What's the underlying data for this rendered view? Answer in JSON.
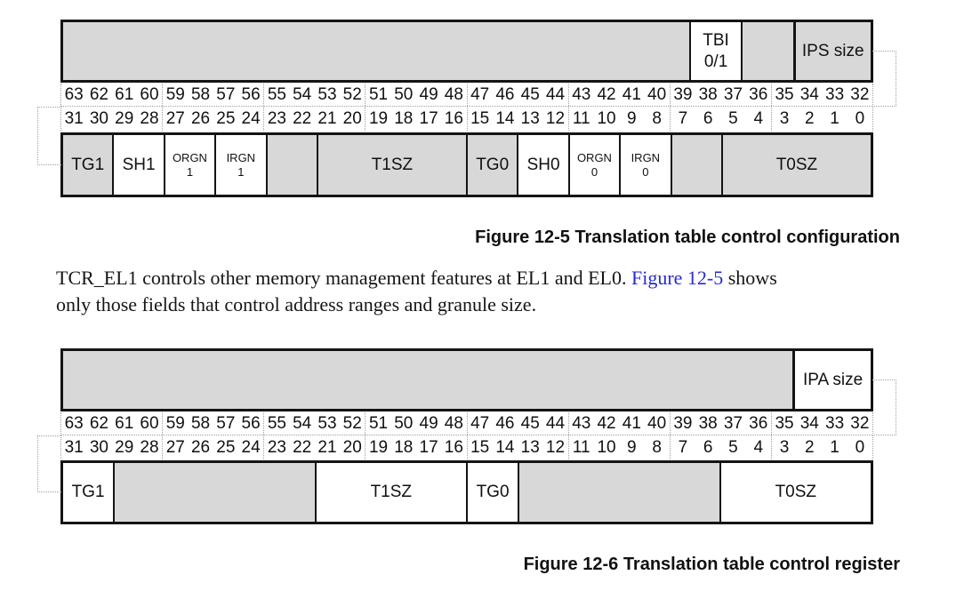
{
  "colors": {
    "field_gray": "#d8d8d8",
    "border_black": "#141414",
    "dotted_gray": "#a0a0a0",
    "link_blue": "#2a2acc"
  },
  "bit_rows": {
    "high": [
      63,
      62,
      61,
      60,
      59,
      58,
      57,
      56,
      55,
      54,
      53,
      52,
      51,
      50,
      49,
      48,
      47,
      46,
      45,
      44,
      43,
      42,
      41,
      40,
      39,
      38,
      37,
      36,
      35,
      34,
      33,
      32
    ],
    "low": [
      31,
      30,
      29,
      28,
      27,
      26,
      25,
      24,
      23,
      22,
      21,
      20,
      19,
      18,
      17,
      16,
      15,
      14,
      13,
      12,
      11,
      10,
      9,
      8,
      7,
      6,
      5,
      4,
      3,
      2,
      1,
      0
    ]
  },
  "figure5": {
    "caption": "Figure 12-5 Translation table control configuration",
    "upper_fields": [
      {
        "id": "unnamed-63-39",
        "label": "",
        "bits": 25,
        "fill": "gray"
      },
      {
        "id": "tbi",
        "label": "TBI\n0/1",
        "bits": 2,
        "fill": "white"
      },
      {
        "id": "unnamed-36-35",
        "label": "",
        "bits": 2,
        "fill": "gray"
      },
      {
        "id": "ips-size",
        "label": "IPS size",
        "bits": 3,
        "fill": "gray",
        "thick": true
      }
    ],
    "lower_fields": [
      {
        "id": "tg1",
        "label": "TG1",
        "bits": 2,
        "fill": "gray"
      },
      {
        "id": "sh1",
        "label": "SH1",
        "bits": 2,
        "fill": "white"
      },
      {
        "id": "orgn1",
        "label": "ORGN\n1",
        "bits": 2,
        "fill": "white",
        "small": true
      },
      {
        "id": "irgn1",
        "label": "IRGN\n1",
        "bits": 2,
        "fill": "white",
        "small": true
      },
      {
        "id": "unnamed-23-22",
        "label": "",
        "bits": 2,
        "fill": "gray"
      },
      {
        "id": "t1sz",
        "label": "T1SZ",
        "bits": 6,
        "fill": "gray"
      },
      {
        "id": "tg0",
        "label": "TG0",
        "bits": 2,
        "fill": "gray"
      },
      {
        "id": "sh0",
        "label": "SH0",
        "bits": 2,
        "fill": "white"
      },
      {
        "id": "orgn0",
        "label": "ORGN\n0",
        "bits": 2,
        "fill": "white",
        "small": true
      },
      {
        "id": "irgn0",
        "label": "IRGN\n0",
        "bits": 2,
        "fill": "white",
        "small": true
      },
      {
        "id": "unnamed-7-6",
        "label": "",
        "bits": 2,
        "fill": "gray"
      },
      {
        "id": "t0sz",
        "label": "T0SZ",
        "bits": 6,
        "fill": "gray"
      }
    ]
  },
  "paragraph": {
    "text_before_link": "TCR_EL1 controls other memory management features at EL1 and EL0. ",
    "link_text": "Figure 12-5",
    "text_after_link": " shows",
    "line2": "only those fields that control address ranges and granule size."
  },
  "figure6": {
    "caption": "Figure 12-6 Translation table control register",
    "upper_fields": [
      {
        "id": "unnamed-63-35",
        "label": "",
        "bits": 29,
        "fill": "gray"
      },
      {
        "id": "ipa-size",
        "label": "IPA size",
        "bits": 3,
        "fill": "white",
        "thick": true
      }
    ],
    "lower_fields": [
      {
        "id": "tg1",
        "label": "TG1",
        "bits": 2,
        "fill": "white"
      },
      {
        "id": "unnamed-29-22",
        "label": "",
        "bits": 8,
        "fill": "gray"
      },
      {
        "id": "t1sz",
        "label": "T1SZ",
        "bits": 6,
        "fill": "white"
      },
      {
        "id": "tg0",
        "label": "TG0",
        "bits": 2,
        "fill": "white"
      },
      {
        "id": "unnamed-13-6",
        "label": "",
        "bits": 8,
        "fill": "gray"
      },
      {
        "id": "t0sz",
        "label": "T0SZ",
        "bits": 6,
        "fill": "white"
      }
    ]
  }
}
